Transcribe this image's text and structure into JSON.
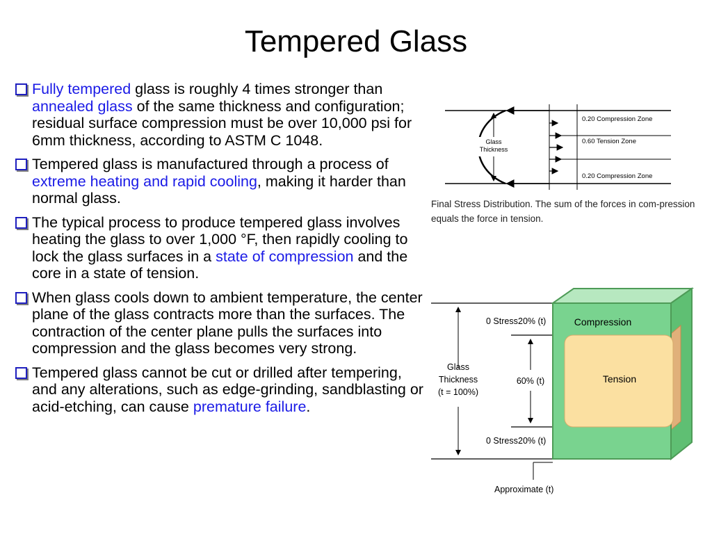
{
  "slide": {
    "title": "Tempered Glass"
  },
  "bullets": [
    {
      "parts": [
        {
          "t": "Fully tempered",
          "hl": true
        },
        {
          "t": " glass is roughly 4 times stronger than "
        },
        {
          "t": "annealed glass",
          "hl": true
        },
        {
          "t": " of the same thickness and configuration; residual surface compression must be over 10,000 psi for 6mm thickness, according to ASTM C 1048."
        }
      ]
    },
    {
      "parts": [
        {
          "t": "Tempered glass is manufactured through a process of "
        },
        {
          "t": "extreme heating and rapid cooling",
          "hl": true
        },
        {
          "t": ", making it harder than normal glass."
        }
      ]
    },
    {
      "parts": [
        {
          "t": "The typical process to produce tempered glass involves heating the glass to over 1,000 °F, then rapidly cooling to lock the glass surfaces in a "
        },
        {
          "t": "state of compression",
          "hl": true
        },
        {
          "t": " and the core in a state of tension."
        }
      ]
    },
    {
      "parts": [
        {
          "t": "When glass cools down to ambient temperature, the center plane of the glass contracts more than the surfaces. The contraction of the center plane pulls the surfaces into compression and the glass becomes very strong."
        }
      ]
    },
    {
      "parts": [
        {
          "t": "Tempered glass cannot be cut or drilled after tempering, and any alterations, such as edge-grinding, sandblasting or acid-etching, can cause "
        },
        {
          "t": "premature failure",
          "hl": true
        },
        {
          "t": "."
        }
      ]
    }
  ],
  "figure1": {
    "glass_label_1": "Glass",
    "glass_label_2": "Thickness",
    "zone_top": "0.20 Compression Zone",
    "zone_mid": "0.60 Tension Zone",
    "zone_bottom": "0.20 Compression Zone",
    "caption": "Final Stress Distribution. The sum of the forces in com-pression equals the force in tension."
  },
  "figure2": {
    "stress_top": "0 Stress",
    "pct_top": "20% (t)",
    "glass_1": "Glass",
    "glass_2": "Thickness",
    "glass_3": "(t = 100%)",
    "pct_mid": "60% (t)",
    "stress_bottom": "0 Stress",
    "pct_bottom": "20% (t)",
    "approx": "Approximate (t)",
    "compression": "Compression",
    "tension": "Tension",
    "colors": {
      "compression": "#79d38f",
      "tension": "#fbe0a1",
      "edge": "#4e9b57"
    }
  },
  "colors": {
    "highlight": "#1a1ae6",
    "bullet_box": "#1f1fbf"
  }
}
